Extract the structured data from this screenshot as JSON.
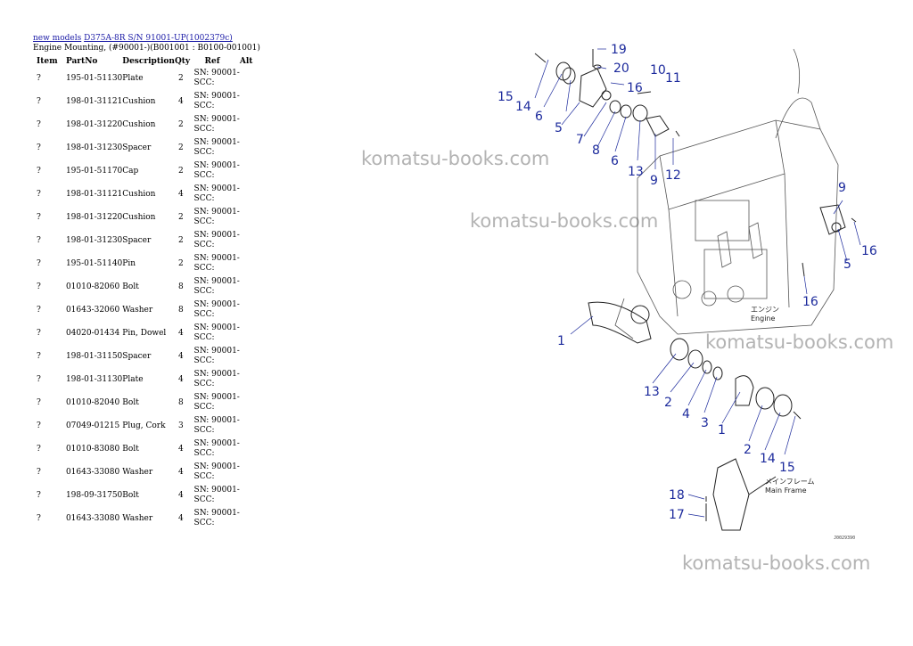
{
  "breadcrumb": {
    "link1": "new models",
    "link2": "D375A-8R S/N 91001-UP(1002379c)"
  },
  "subtitle": "Engine Mounting, (#90001-)(B001001 : B0100-001001)",
  "table": {
    "headers": [
      "Item",
      "PartNo",
      "Description",
      "Qty",
      "Ref",
      "Alt"
    ],
    "rows": [
      {
        "item": "?",
        "part": "195-01-51130",
        "desc": "Plate",
        "qty": "2",
        "ref": "SN: 90001-SCC:"
      },
      {
        "item": "?",
        "part": "198-01-31121",
        "desc": "Cushion",
        "qty": "4",
        "ref": "SN: 90001-SCC:"
      },
      {
        "item": "?",
        "part": "198-01-31220",
        "desc": "Cushion",
        "qty": "2",
        "ref": "SN: 90001-SCC:"
      },
      {
        "item": "?",
        "part": "198-01-31230",
        "desc": "Spacer",
        "qty": "2",
        "ref": "SN: 90001-SCC:"
      },
      {
        "item": "?",
        "part": "195-01-51170",
        "desc": "Cap",
        "qty": "2",
        "ref": "SN: 90001-SCC:"
      },
      {
        "item": "?",
        "part": "198-01-31121",
        "desc": "Cushion",
        "qty": "4",
        "ref": "SN: 90001-SCC:"
      },
      {
        "item": "?",
        "part": "198-01-31220",
        "desc": "Cushion",
        "qty": "2",
        "ref": "SN: 90001-SCC:"
      },
      {
        "item": "?",
        "part": "198-01-31230",
        "desc": "Spacer",
        "qty": "2",
        "ref": "SN: 90001-SCC:"
      },
      {
        "item": "?",
        "part": "195-01-51140",
        "desc": "Pin",
        "qty": "2",
        "ref": "SN: 90001-SCC:"
      },
      {
        "item": "?",
        "part": "01010-82060",
        "desc": "Bolt",
        "qty": "8",
        "ref": "SN: 90001-SCC:"
      },
      {
        "item": "?",
        "part": "01643-32060",
        "desc": "Washer",
        "qty": "8",
        "ref": "SN: 90001-SCC:"
      },
      {
        "item": "?",
        "part": "04020-01434",
        "desc": "Pin, Dowel",
        "qty": "4",
        "ref": "SN: 90001-SCC:"
      },
      {
        "item": "?",
        "part": "198-01-31150",
        "desc": "Spacer",
        "qty": "4",
        "ref": "SN: 90001-SCC:"
      },
      {
        "item": "?",
        "part": "198-01-31130",
        "desc": "Plate",
        "qty": "4",
        "ref": "SN: 90001-SCC:"
      },
      {
        "item": "?",
        "part": "01010-82040",
        "desc": "Bolt",
        "qty": "8",
        "ref": "SN: 90001-SCC:"
      },
      {
        "item": "?",
        "part": "07049-01215",
        "desc": "Plug, Cork",
        "qty": "3",
        "ref": "SN: 90001-SCC:"
      },
      {
        "item": "?",
        "part": "01010-83080",
        "desc": "Bolt",
        "qty": "4",
        "ref": "SN: 90001-SCC:"
      },
      {
        "item": "?",
        "part": "01643-33080",
        "desc": "Washer",
        "qty": "4",
        "ref": "SN: 90001-SCC:"
      },
      {
        "item": "?",
        "part": "198-09-31750",
        "desc": "Bolt",
        "qty": "4",
        "ref": "SN: 90001-SCC:"
      },
      {
        "item": "?",
        "part": "01643-33080",
        "desc": "Washer",
        "qty": "4",
        "ref": "SN: 90001-SCC:"
      }
    ]
  },
  "watermark": "komatsu-books.com",
  "diagram": {
    "callouts": [
      "19",
      "20",
      "10",
      "11",
      "15",
      "14",
      "16",
      "6",
      "5",
      "7",
      "8",
      "6",
      "13",
      "9",
      "12",
      "9",
      "16",
      "5",
      "16",
      "1",
      "13",
      "2",
      "4",
      "3",
      "1",
      "2",
      "14",
      "15",
      "18",
      "17"
    ],
    "label_engine_jp": "エンジン",
    "label_engine": "Engine",
    "label_frame_jp": "メインフレーム",
    "label_frame": "Main Frame",
    "figure_code": "J0029390"
  },
  "colors": {
    "link": "#1a1aa6",
    "callout": "#1c2a9c",
    "watermark": "#b3b3b3"
  }
}
